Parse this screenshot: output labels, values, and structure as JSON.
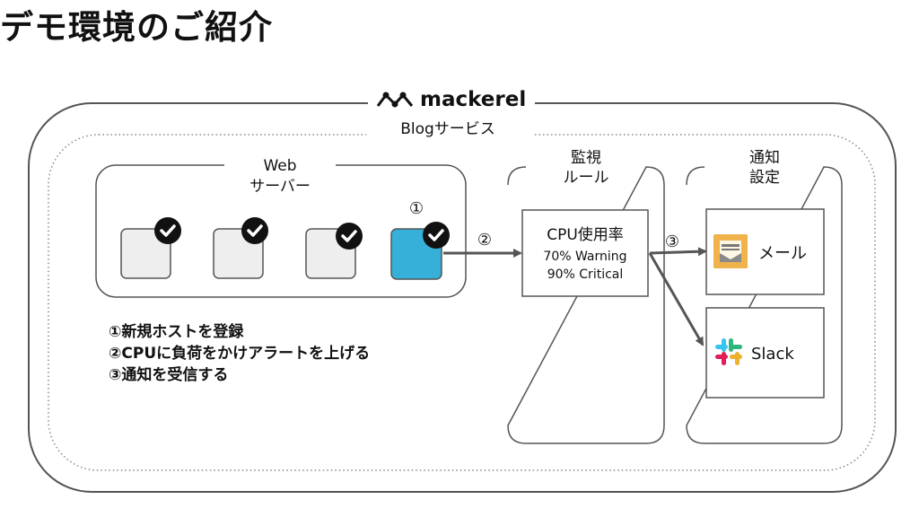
{
  "page_title": "デモ環境のご紹介",
  "brand": {
    "name": "mackerel"
  },
  "service": {
    "label": "Blogサービス"
  },
  "web_group": {
    "label_line1": "Web",
    "label_line2": "サーバー"
  },
  "hosts": [
    {
      "id": "host-1",
      "status": "ok"
    },
    {
      "id": "host-2",
      "status": "ok"
    },
    {
      "id": "host-3",
      "status": "ok"
    },
    {
      "id": "host-4",
      "status": "ok",
      "marker": "①"
    }
  ],
  "monitor_group": {
    "label_line1": "監視",
    "label_line2": "ルール"
  },
  "monitor_rule": {
    "title": "CPU使用率",
    "warning": "70% Warning",
    "critical": "90% Critical"
  },
  "notify_group": {
    "label_line1": "通知",
    "label_line2": "設定"
  },
  "notify_targets": [
    {
      "label": "メール",
      "icon": "mail-icon"
    },
    {
      "label": "Slack",
      "icon": "slack-icon"
    }
  ],
  "step_markers": {
    "step2": "②",
    "step3": "③"
  },
  "steps": [
    "①新規ホストを登録",
    "②CPUに負荷をかけアラートを上げる",
    "③通知を受信する"
  ],
  "colors": {
    "active_host": "#36b0d8",
    "inactive_host": "#eeeeee",
    "arrow": "#555555",
    "check_badge": "#111111",
    "mail_icon": "#f0b24a"
  }
}
